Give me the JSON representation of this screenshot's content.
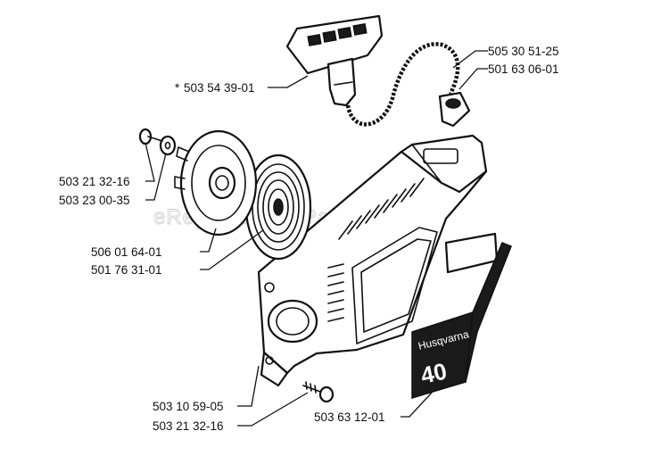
{
  "watermark": "eReplacementParts.com",
  "parts": [
    {
      "id": "handle",
      "number": "503 54 39-01",
      "marker": "*"
    },
    {
      "id": "rope",
      "number": "505 30 51-25"
    },
    {
      "id": "rope-guide",
      "number": "501 63 06-01"
    },
    {
      "id": "pulley-screw",
      "number": "503 21 32-16"
    },
    {
      "id": "washer",
      "number": "503 23 00-35"
    },
    {
      "id": "pulley",
      "number": "506 01 64-01"
    },
    {
      "id": "spring",
      "number": "501 76 31-01"
    },
    {
      "id": "housing",
      "number": "503 10 59-05"
    },
    {
      "id": "housing-screw",
      "number": "503 21 32-16"
    },
    {
      "id": "decal",
      "number": "503 63 12-01"
    }
  ],
  "decal": {
    "brand": "Husqvarna",
    "model": "40"
  }
}
